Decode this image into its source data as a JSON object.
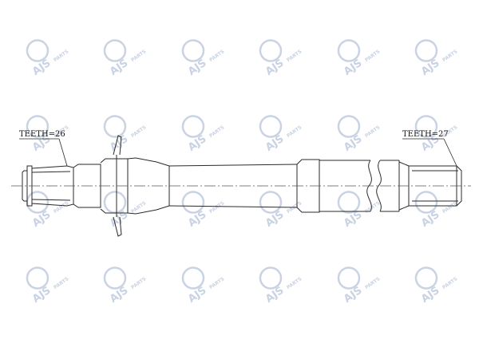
{
  "watermark": {
    "brand": "AJS",
    "suffix": "PARTS",
    "color": "#c9d3e4"
  },
  "labels": {
    "left_teeth": "TEETH=26",
    "right_teeth": "TEETH=27"
  },
  "colors": {
    "line": "#2a2a2a",
    "center_line": "#555555",
    "background": "#ffffff"
  }
}
